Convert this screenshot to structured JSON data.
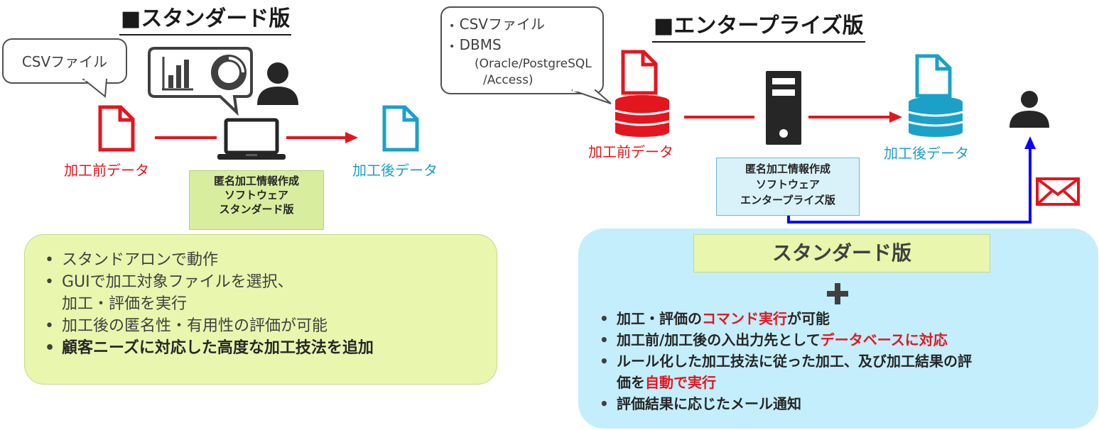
{
  "standard": {
    "title": "■スタンダード版",
    "callout_text": "CSVファイル",
    "before_label": "加工前データ",
    "after_label": "加工後データ",
    "software_box": [
      "匿名加工情報作成",
      "ソフトウェア",
      "スタンダード版"
    ],
    "bullets": [
      {
        "text": "スタンドアロンで動作"
      },
      {
        "text": "GUIで加工対象ファイルを選択、",
        "cont": "加工・評価を実行"
      },
      {
        "text": "加工後の匿名性・有用性の評価が可能"
      },
      {
        "text": "顧客ニーズに対応した高度な加工技法を追加"
      }
    ]
  },
  "enterprise": {
    "title": "■エンタープライズ版",
    "callout": {
      "item1": "CSVファイル",
      "item2": "DBMS",
      "item2_sub1": "(Oracle/PostgreSQL",
      "item2_sub2": "/Access)"
    },
    "before_label": "加工前データ",
    "after_label": "加工後データ",
    "software_box": [
      "匿名加工情報作成",
      "ソフトウェア",
      "エンタープライズ版"
    ],
    "panel_header": "スタンダード版",
    "bullets": [
      {
        "pre": "加工・評価の",
        "hl": "コマンド実行",
        "post": "が可能"
      },
      {
        "pre": "加工前/加工後の入出力先として",
        "hl": "データベースに対応",
        "post": ""
      },
      {
        "pre": "ルール化した加工技法に従った加工、及び加工結果の評",
        "hl": "",
        "post": ""
      },
      {
        "pre": "価を",
        "hl": "自動で実行",
        "post": ""
      },
      {
        "pre": "評価結果に応じたメール通知",
        "hl": "",
        "post": ""
      }
    ]
  },
  "icons": {
    "file_before": "file-icon",
    "file_after": "file-icon",
    "laptop": "laptop-icon",
    "chart_bubble": "chart-bubble-icon",
    "user": "user-icon",
    "database_before": "database-icon",
    "database_after": "database-icon",
    "server": "server-icon",
    "mail": "mail-icon",
    "plus": "plus-icon"
  },
  "colors": {
    "red": "#e3161f",
    "blue_label": "#1e9ec9",
    "teal_icon": "#1ba1c8",
    "dark": "#262626",
    "arrow_blue": "#0a00ff",
    "green_panel": "#e9f6ae",
    "blue_panel": "#c4eefb"
  }
}
